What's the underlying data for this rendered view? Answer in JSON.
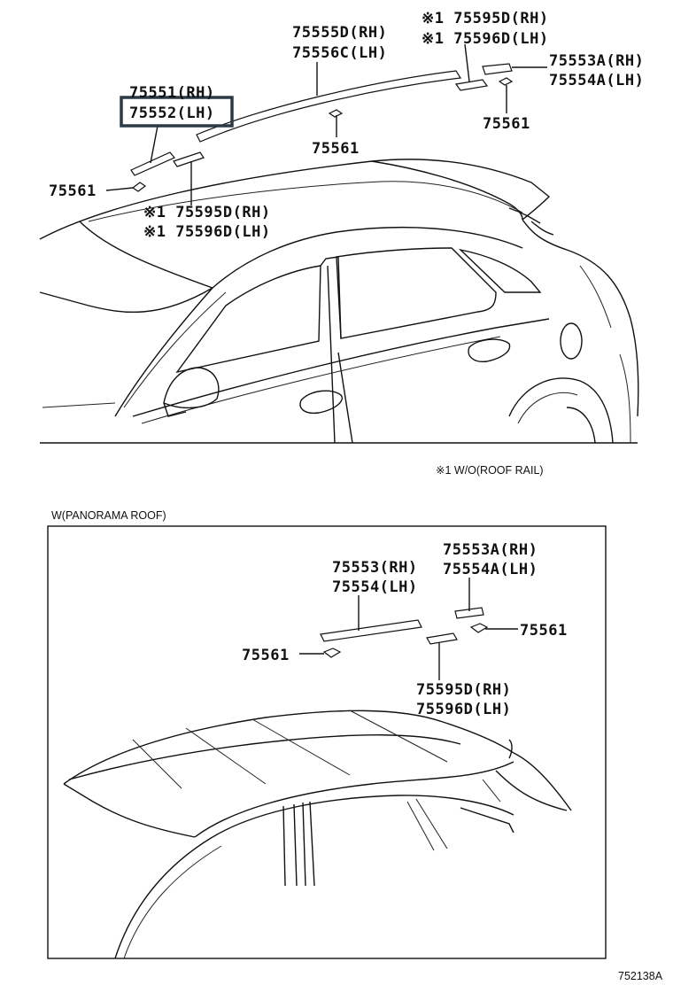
{
  "top": {
    "labels": {
      "a_rh": "75555D(RH)",
      "a_lh": "75556C(LH)",
      "b_rh": "※1 75595D(RH)",
      "b_lh": "※1 75596D(LH)",
      "c_rh": "75553A(RH)",
      "c_lh": "75554A(LH)",
      "d_rh": "75551(RH)",
      "d_lh": "75552(LH)",
      "clip1": "75561",
      "clip2": "75561",
      "clip3": "75561",
      "e_rh": "※1 75595D(RH)",
      "e_lh": "※1 75596D(LH)"
    },
    "footnote": "※1 W/O(ROOF RAIL)"
  },
  "bottom": {
    "section_label": "W(PANORAMA ROOF)",
    "labels": {
      "a_rh": "75553A(RH)",
      "a_lh": "75554A(LH)",
      "b_rh": "75553(RH)",
      "b_lh": "75554(LH)",
      "clip1": "75561",
      "clip2": "75561",
      "c_rh": "75595D(RH)",
      "c_lh": "75596D(LH)"
    }
  },
  "diagram_id": "752138A",
  "colors": {
    "highlight": "#2b3a45",
    "line": "#111111"
  }
}
